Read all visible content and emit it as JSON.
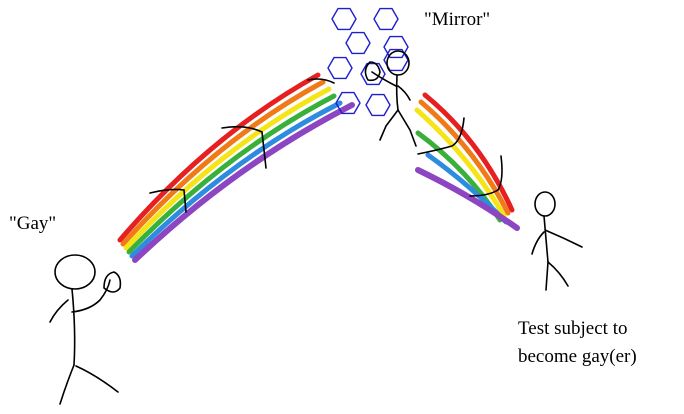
{
  "labels": {
    "gay": "\"Gay\"",
    "mirror": "\"Mirror\"",
    "test_line_1": "Test subject to",
    "test_line_2": "become gay(er)"
  },
  "colors": {
    "background": "#ffffff",
    "ink": "#000000",
    "mirror_hex": "#1f1fd0",
    "rainbow": [
      "#e62020",
      "#f07a18",
      "#f5e418",
      "#39b03a",
      "#2d8be0",
      "#8c46c2"
    ]
  },
  "icons": {
    "mirror": "hexagon-cluster-icon"
  }
}
